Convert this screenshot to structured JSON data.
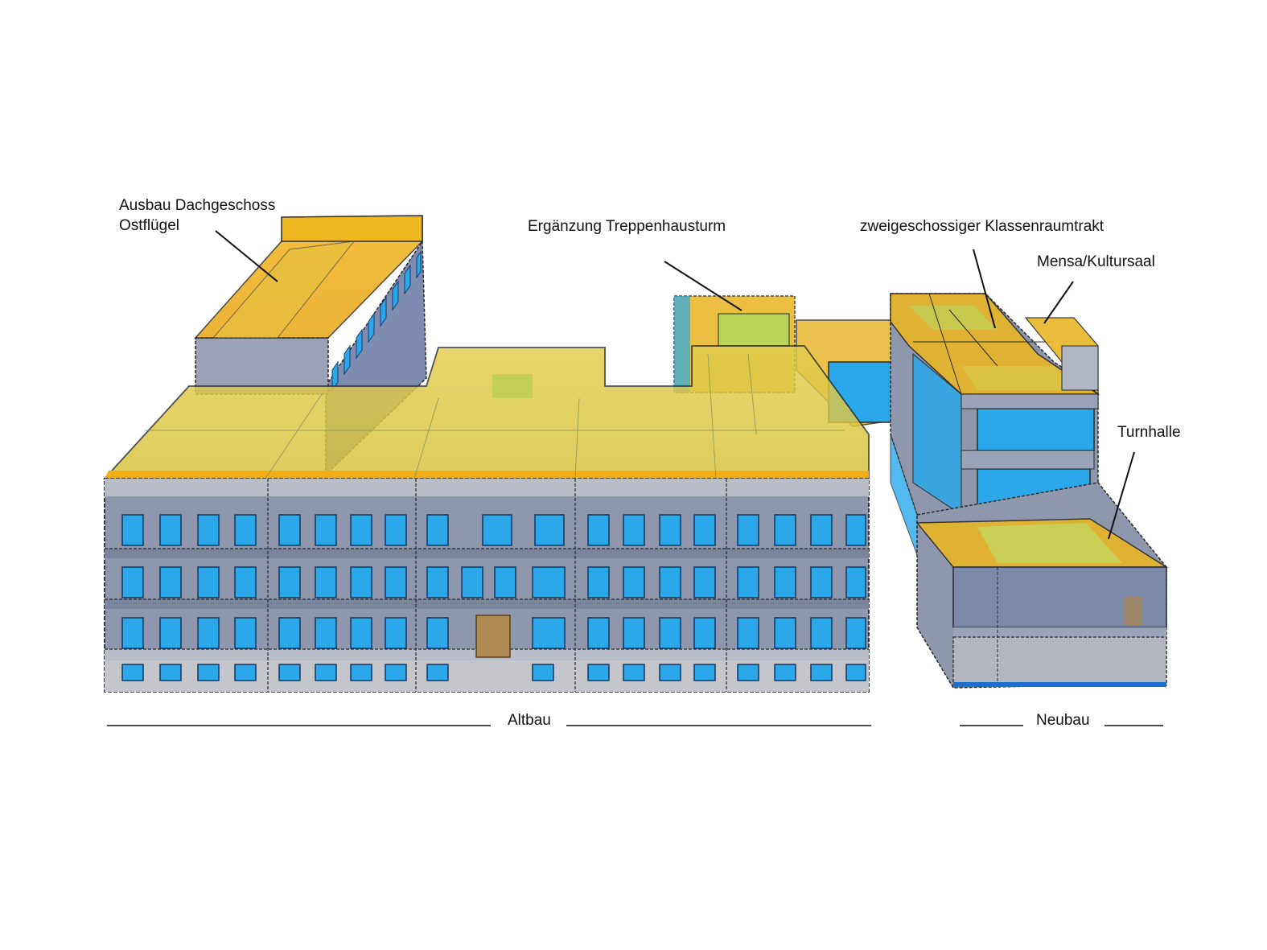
{
  "labels": {
    "ausbau_line1": "Ausbau Dachgeschoss",
    "ausbau_line2": "Ostflügel",
    "ergaenzung": "Ergänzung Treppenhausturm",
    "klassenraum": "zweigeschossiger Klassenraumtrakt",
    "mensa": "Mensa/Kultursaal",
    "turnhalle": "Turnhalle",
    "altbau": "Altbau",
    "neubau": "Neubau"
  },
  "colors": {
    "glass_blue": "#2aa8ea",
    "facade_gray": "#8e97ab",
    "wall_light": "#c9cbd0",
    "roof_yellow": "#e6c43a",
    "roof_orange": "#f0b018",
    "roof_green": "#bfd35a",
    "door_brown": "#b08a55",
    "edge_dark": "#2a2a2a"
  }
}
